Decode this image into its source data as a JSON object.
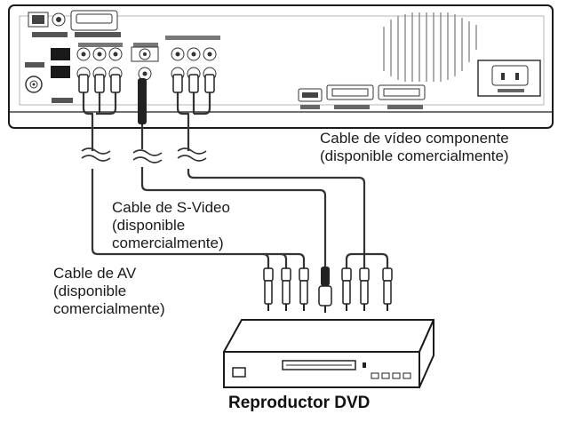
{
  "labels": {
    "component_cable": {
      "line1": "Cable de vídeo componente",
      "line2": "(disponible comercialmente)"
    },
    "svideo_cable": {
      "line1": "Cable de S-Video",
      "line2": "(disponible",
      "line3": "comercialmente)"
    },
    "av_cable": {
      "line1": "Cable de AV",
      "line2": "(disponible",
      "line3": "comercialmente)"
    },
    "dvd_player": "Reproductor DVD"
  },
  "colors": {
    "outline": "#1a1a1a",
    "panel_fill": "#ffffff",
    "cable": "#333333",
    "connector_dark": "#222222"
  }
}
